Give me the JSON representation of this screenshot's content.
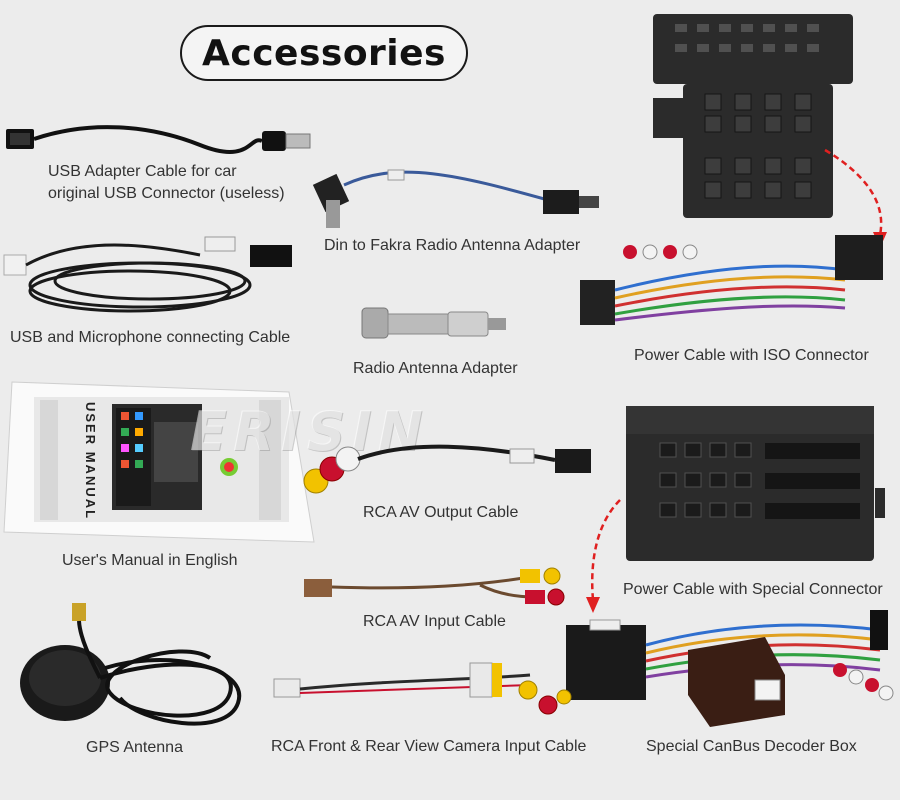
{
  "heading": "Accessories",
  "watermark": "ERISIN",
  "items": [
    {
      "id": "usb-adapter",
      "label_line1": "USB Adapter Cable for car",
      "label_line2": "original USB Connector (useless)"
    },
    {
      "id": "din-fakra",
      "label": "Din to Fakra Radio Antenna Adapter"
    },
    {
      "id": "iso-power",
      "label": "Power Cable with ISO Connector"
    },
    {
      "id": "usb-mic",
      "label": "USB and Microphone connecting Cable"
    },
    {
      "id": "radio-antenna",
      "label": "Radio Antenna Adapter"
    },
    {
      "id": "manual",
      "label": "User's Manual in English",
      "cover_title": "USER MANUAL"
    },
    {
      "id": "rca-out",
      "label": "RCA AV Output Cable"
    },
    {
      "id": "special-power",
      "label": "Power Cable with Special Connector"
    },
    {
      "id": "rca-in",
      "label": "RCA AV Input Cable"
    },
    {
      "id": "gps",
      "label": "GPS Antenna"
    },
    {
      "id": "camera-in",
      "label": "RCA Front & Rear View Camera Input Cable"
    },
    {
      "id": "canbus",
      "label": "Special CanBus Decoder Box"
    }
  ],
  "colors": {
    "background": "#ececec",
    "connector": "#2b2b2b",
    "arrow": "#e02020",
    "rca_red": "#c8102e",
    "rca_yellow": "#f2c200",
    "rca_white": "#f3f3f3"
  }
}
